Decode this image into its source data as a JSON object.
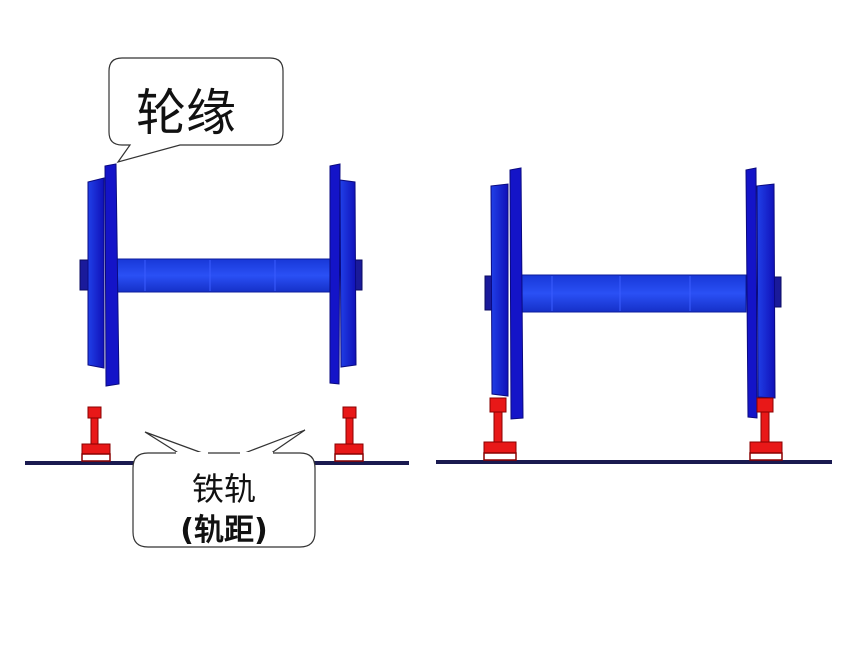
{
  "callouts": {
    "flange_label": "轮缘",
    "rail_label_line1": "铁轨",
    "rail_label_line2": "(轨距)"
  },
  "colors": {
    "wheel_blue": "#1a1adc",
    "axle_blue": "#1c2ee0",
    "axle_stripe": "#2a49f0",
    "rail_red": "#e81818",
    "ground_line": "#1a1a50",
    "callout_border": "#333333"
  }
}
